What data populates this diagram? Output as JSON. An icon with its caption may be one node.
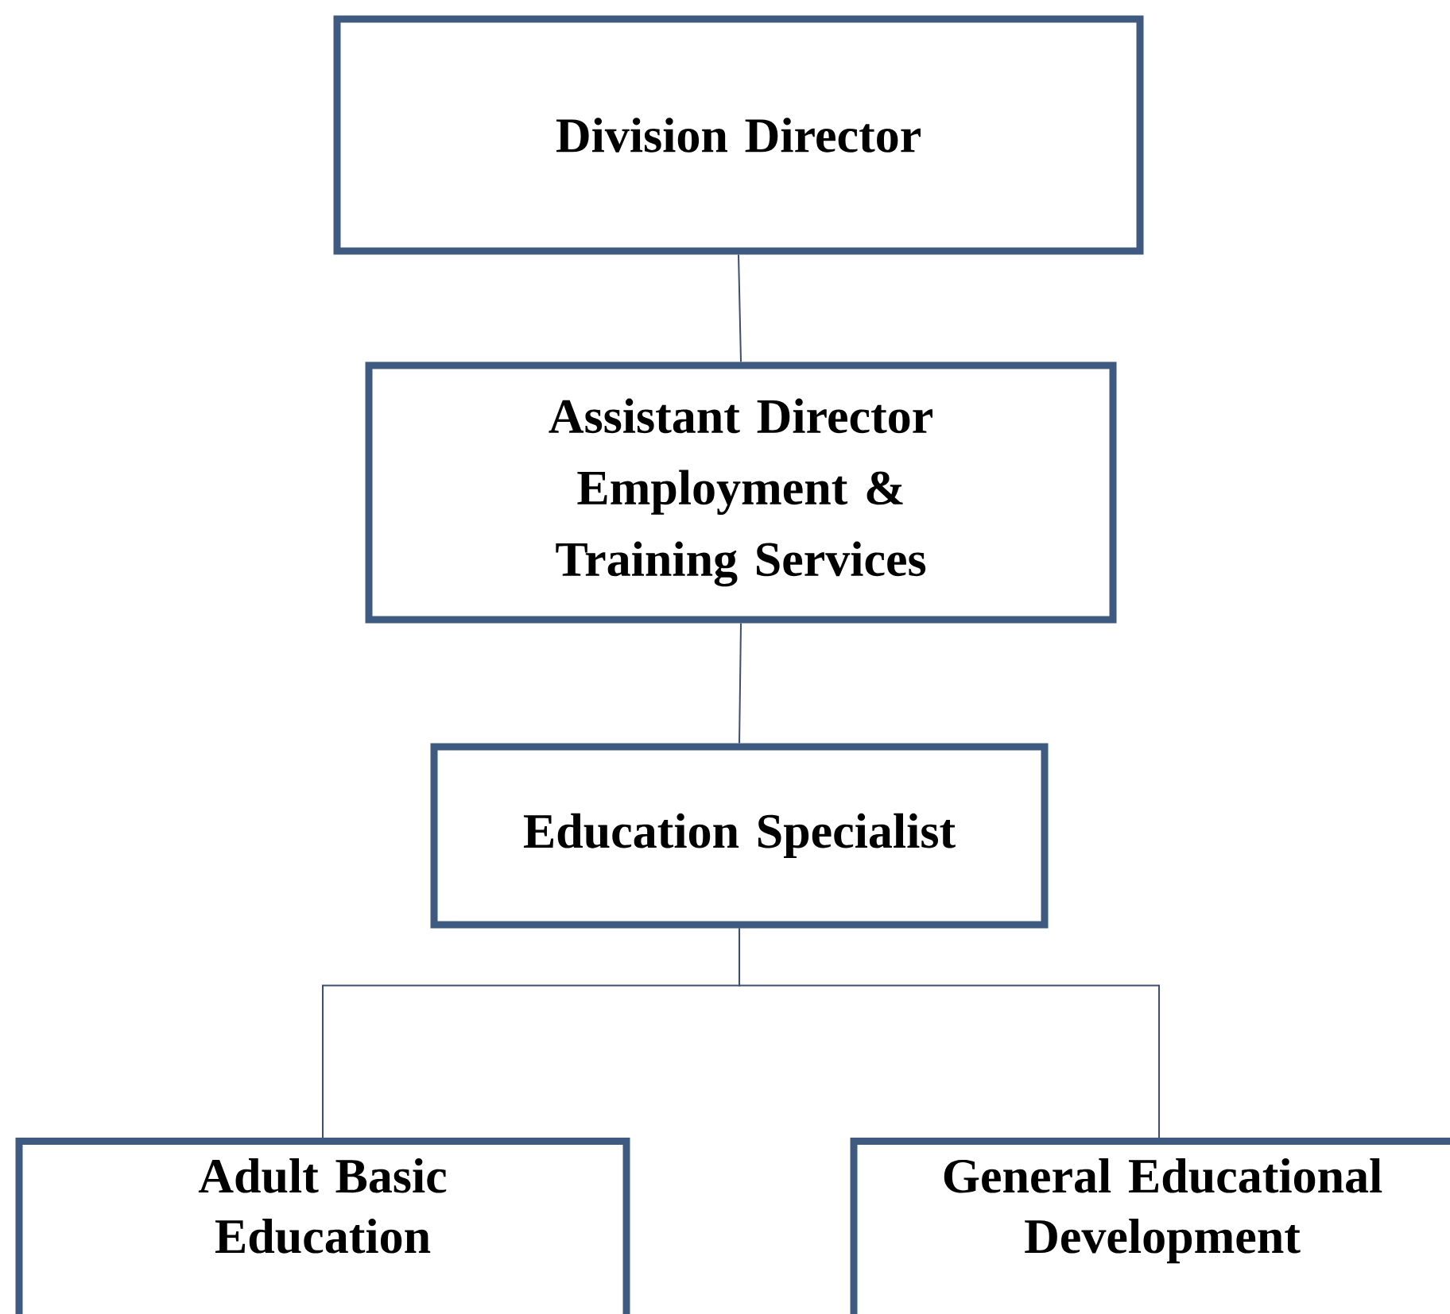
{
  "diagram": {
    "nodes": [
      {
        "text": [
          "Division Director"
        ]
      },
      {
        "text": [
          "Assistant Director Employment & Training Services"
        ]
      },
      {
        "text": [
          "Education Specialist"
        ]
      },
      {
        "text": [
          "Adult Basic Education"
        ]
      },
      {
        "text": [
          "General Educational Development"
        ]
      }
    ],
    "edges": [
      {
        "from": 0,
        "to": 1,
        "arrow": "none"
      },
      {
        "from": 1,
        "to": 2,
        "arrow": "none"
      },
      {
        "from": 2,
        "to": 3,
        "arrow": "none"
      },
      {
        "from": 2,
        "to": 4,
        "arrow": "none"
      }
    ]
  }
}
